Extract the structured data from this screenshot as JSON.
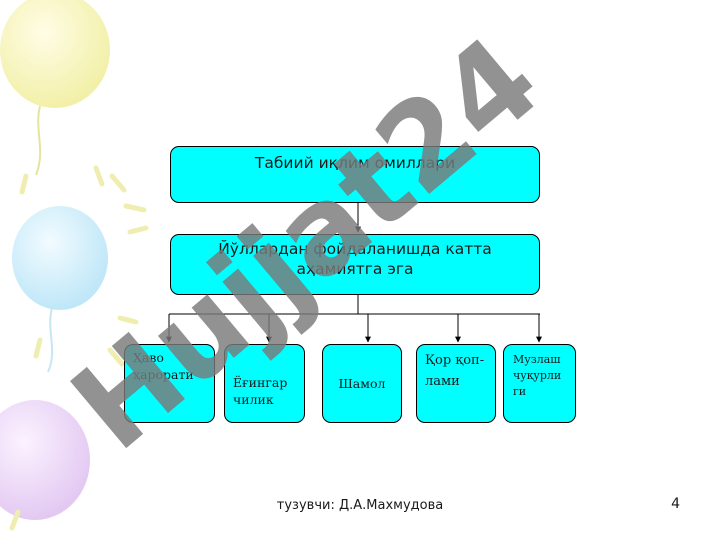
{
  "diagram": {
    "top_node": "Табиий иқлим омиллари",
    "middle_node": "Йўллардан фойдаланишда катта аҳамиятга эга",
    "leaves": [
      "Ҳаво ҳарорати",
      "Ёғингар чилик",
      "Шамол",
      "Қор қоп-лами",
      "Музлаш чуқурли ги"
    ]
  },
  "watermark": {
    "text": "Hujjat24"
  },
  "footer": {
    "author": "тузувчи: Д.А.Махмудова",
    "page_number": "4"
  },
  "colors": {
    "node_fill": "#00ffff",
    "node_border": "#000000",
    "watermark": "#7a7a7a"
  }
}
